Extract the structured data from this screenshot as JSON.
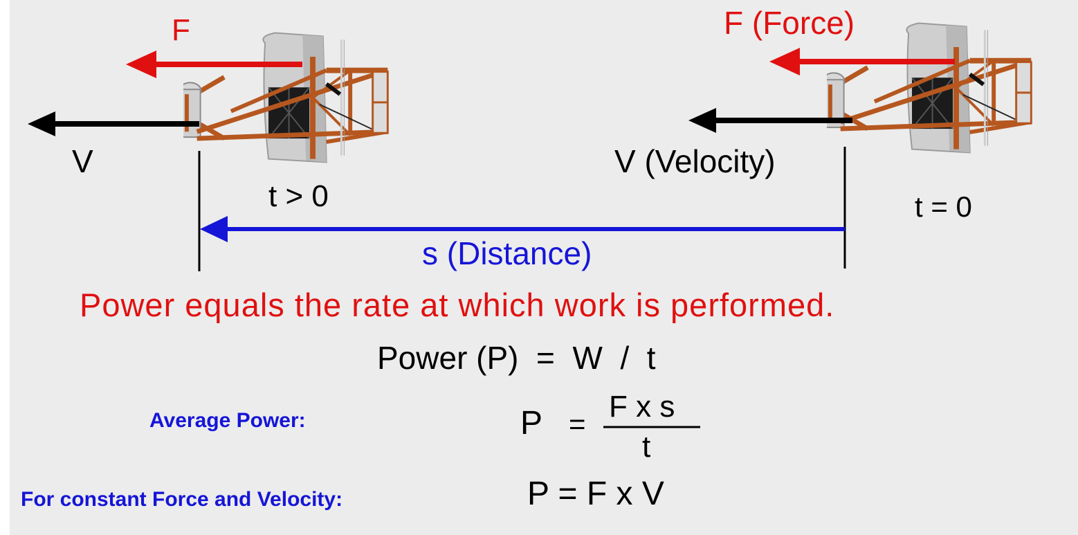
{
  "labels": {
    "force_left": "F",
    "force_right": "F  (Force)",
    "velocity_left": "V",
    "velocity_right": "V (Velocity)",
    "time_later": "t > 0",
    "time_start": "t = 0",
    "distance": "s  (Distance)"
  },
  "statement": "Power equals the rate at which work is performed.",
  "formulas": {
    "power_definition": "Power (P)  =  W  /  t",
    "average_label": "Average Power:",
    "average_lhs": "P",
    "average_eq": "=",
    "average_numerator": "F x s",
    "average_denominator": "t",
    "constant_label": "For constant Force and Velocity:",
    "constant_formula": "P = F x V"
  },
  "colors": {
    "force": "#e01010",
    "velocity": "#000000",
    "distance": "#1515d8",
    "background": "#ececec",
    "airframe": "#b5571f",
    "wing": "#cfcfcf"
  },
  "icons": {
    "aircraft": "wright-flyer-icon"
  }
}
